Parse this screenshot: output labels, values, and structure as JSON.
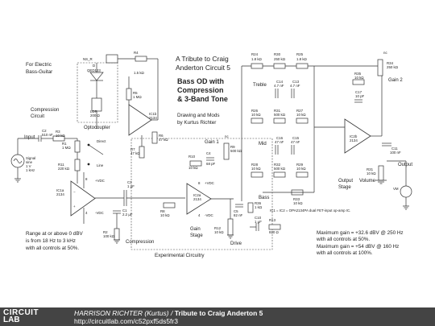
{
  "header": {
    "title_line1": "A Tribute to Craig",
    "title_line2": "Anderton Circuit 5",
    "subtitle_line1": "Bass OD with",
    "subtitle_line2": "Compression",
    "subtitle_line3": "& 3-Band Tone",
    "credit_line1": "Drawing and Mods",
    "credit_line2": "by Kurtus Richter"
  },
  "notes": {
    "for_electric": "For Electric",
    "bass_guitar": "Bass-Guitar",
    "range_line1": "Range at or above 0 dBV",
    "range_line2": "is from 18 Hz to 3 kHz",
    "range_line3": "with all controls at 50%.",
    "ic_note": "IC1 = IC2 = OPA2134PA dual FET-input op-amp IC.",
    "gain1": "Maximum gain = +32.6 dBV @ 250 Hz",
    "gain1b": "with all controls at 50%.",
    "gain2": "Maximum gain = +54 dBV @ 160 Hz",
    "gain2b": "with all controls at 100%.",
    "experimental": "Experimental Circuitry"
  },
  "sections": {
    "compression_circuit_1": "Compression",
    "compression_circuit_2": "Circuit",
    "optocoupler": "Optocoupler",
    "compression": "Compression",
    "gain_stage_1": "Gain",
    "gain_stage_2": "Stage",
    "drive": "Drive",
    "output_stage_1": "Output",
    "output_stage_2": "Stage",
    "volume": "Volume",
    "output": "Output",
    "treble": "Treble",
    "mid": "Mid",
    "bass": "Bass",
    "gain1": "Gain 1",
    "gain2": "Gain 2",
    "input": "Input",
    "direct": "Direct",
    "line": "Line",
    "nc1": "nc",
    "nc2": "nc",
    "out": "Out",
    "ns_r": "NS_R",
    "vm": "VM"
  },
  "components": {
    "c2": [
      "C2",
      "510 nF"
    ],
    "r3": [
      "R3",
      "10 kΩ"
    ],
    "r1": [
      "R1",
      "1 MΩ"
    ],
    "r11": [
      "R11",
      "220 kΩ"
    ],
    "sig": [
      "Signal",
      "sine",
      "1 V",
      "1 kHz"
    ],
    "d": [
      "D",
      "QED123"
    ],
    "ldr": [
      "LDR",
      "200 Ω"
    ],
    "r4": [
      "R4",
      "1.5 kΩ"
    ],
    "r5": [
      "R5",
      "1 MΩ"
    ],
    "r7": [
      "R7",
      "47 kΩ"
    ],
    "r6": [
      "R6",
      "47 kΩ"
    ],
    "ic1b": [
      "IC1b",
      "2134"
    ],
    "ic1a": [
      "IC1a",
      "2134"
    ],
    "c3": [
      "C3",
      "1 µF"
    ],
    "c1": [
      "C1",
      "2.2 µF"
    ],
    "r2": [
      "R2",
      "100 kΩ"
    ],
    "r10": [
      "R10",
      "10 kΩ"
    ],
    "c4": [
      "C4",
      "68 pF"
    ],
    "r9": [
      "R9",
      "500 kΩ"
    ],
    "r8": [
      "R8",
      "10 kΩ"
    ],
    "ic2a": [
      "IC2a",
      "2134"
    ],
    "c5": [
      "C5",
      "82 nF"
    ],
    "r12": [
      "R12",
      "10 kΩ"
    ],
    "r36": [
      "R36",
      "1 kΩ"
    ],
    "c10": [
      "C10",
      "1 µF"
    ],
    "r13": [
      "R13",
      "820 Ω"
    ],
    "r24": [
      "R24",
      "1.8 kΩ"
    ],
    "r30": [
      "R30",
      "250 kΩ"
    ],
    "r25": [
      "R25",
      "1.8 kΩ"
    ],
    "c14": [
      "C14",
      "4.7 nF"
    ],
    "c13": [
      "C13",
      "4.7 nF"
    ],
    "r26": [
      "R26",
      "10 kΩ"
    ],
    "r31": [
      "R31",
      "500 kΩ"
    ],
    "r27": [
      "R27",
      "10 kΩ"
    ],
    "c16": [
      "C16",
      "47 nF"
    ],
    "c15": [
      "C15",
      "47 nF"
    ],
    "r28": [
      "R28",
      "10 kΩ"
    ],
    "r32": [
      "R32",
      "500 kΩ"
    ],
    "r29": [
      "R29",
      "10 kΩ"
    ],
    "r33": [
      "R33",
      "10 kΩ"
    ],
    "r34": [
      "R34",
      "250 kΩ"
    ],
    "r35": [
      "R35",
      "10 kΩ"
    ],
    "c17": [
      "C17",
      "10 pF"
    ],
    "ic2b": [
      "IC2b",
      "2134"
    ],
    "c11": [
      "C11",
      "100 nF"
    ],
    "r31b": [
      "R31",
      "10 kΩ"
    ]
  },
  "supply": {
    "vdc_pos": "+VDC",
    "vdc_neg": "-VDC",
    "pin8": "8",
    "pin4": "4"
  },
  "footer": {
    "logo_line1": "CIRCUIT",
    "logo_line2": "LAB",
    "author": "HARRISON RICHTER (Kurtus)",
    "separator": " / ",
    "circuit_title": "Tribute to Craig Anderton 5",
    "url": "http://circuitlab.com/c52pxf5ds5fr3"
  }
}
